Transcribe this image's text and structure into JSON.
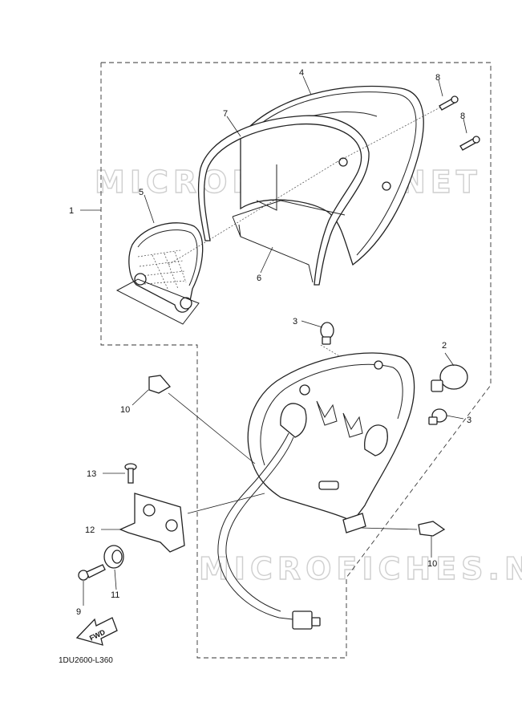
{
  "watermark": "MICROFICHES.NET",
  "diagram_code": "1DU2600-L360",
  "fwd_label": "FWD",
  "callouts": {
    "c1": "1",
    "c2": "2",
    "c3a": "3",
    "c3b": "3",
    "c4": "4",
    "c5": "5",
    "c6": "6",
    "c7": "7",
    "c8a": "8",
    "c8b": "8",
    "c9": "9",
    "c10a": "10",
    "c10b": "10",
    "c11": "11",
    "c12": "12",
    "c13": "13"
  }
}
